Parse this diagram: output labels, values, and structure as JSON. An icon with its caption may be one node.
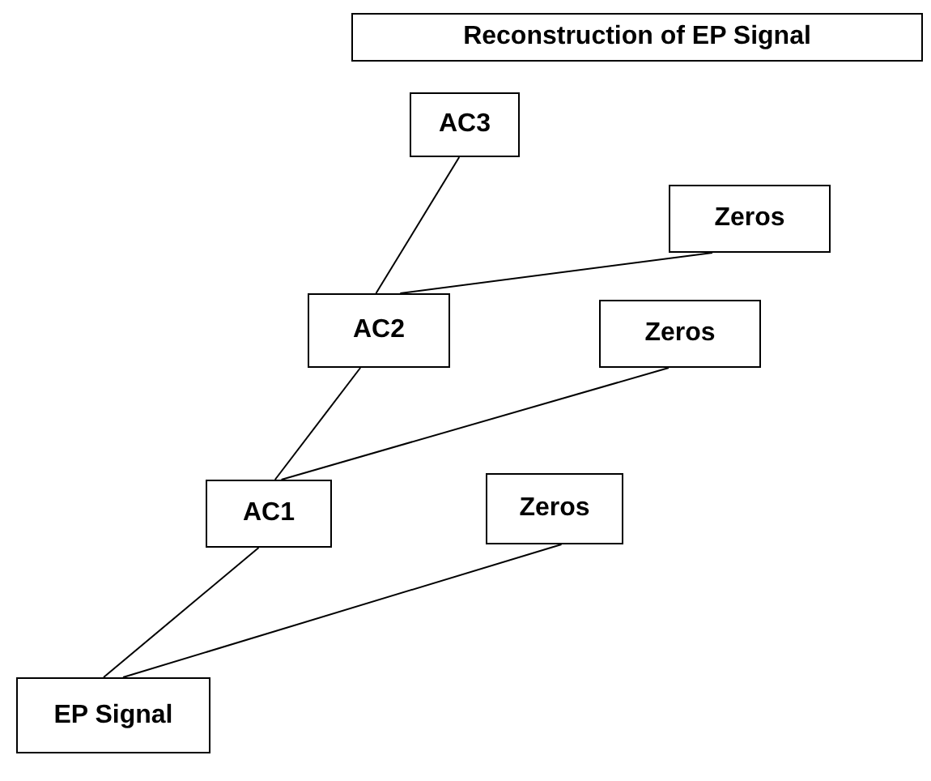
{
  "diagram": {
    "title": "Reconstruction of EP Signal",
    "nodes": [
      {
        "text": [
          "AC3"
        ]
      },
      {
        "text": [
          "Zeros"
        ]
      },
      {
        "text": [
          "AC2"
        ]
      },
      {
        "text": [
          "Zeros"
        ]
      },
      {
        "text": [
          "AC1"
        ]
      },
      {
        "text": [
          "Zeros"
        ]
      },
      {
        "text": [
          "EP Signal"
        ]
      }
    ],
    "edges": [
      {
        "from": 0,
        "to": 2,
        "arrow": "none"
      },
      {
        "from": 1,
        "to": 2,
        "arrow": "none"
      },
      {
        "from": 2,
        "to": 4,
        "arrow": "none"
      },
      {
        "from": 3,
        "to": 4,
        "arrow": "none"
      },
      {
        "from": 4,
        "to": 6,
        "arrow": "none"
      },
      {
        "from": 5,
        "to": 6,
        "arrow": "none"
      }
    ]
  }
}
